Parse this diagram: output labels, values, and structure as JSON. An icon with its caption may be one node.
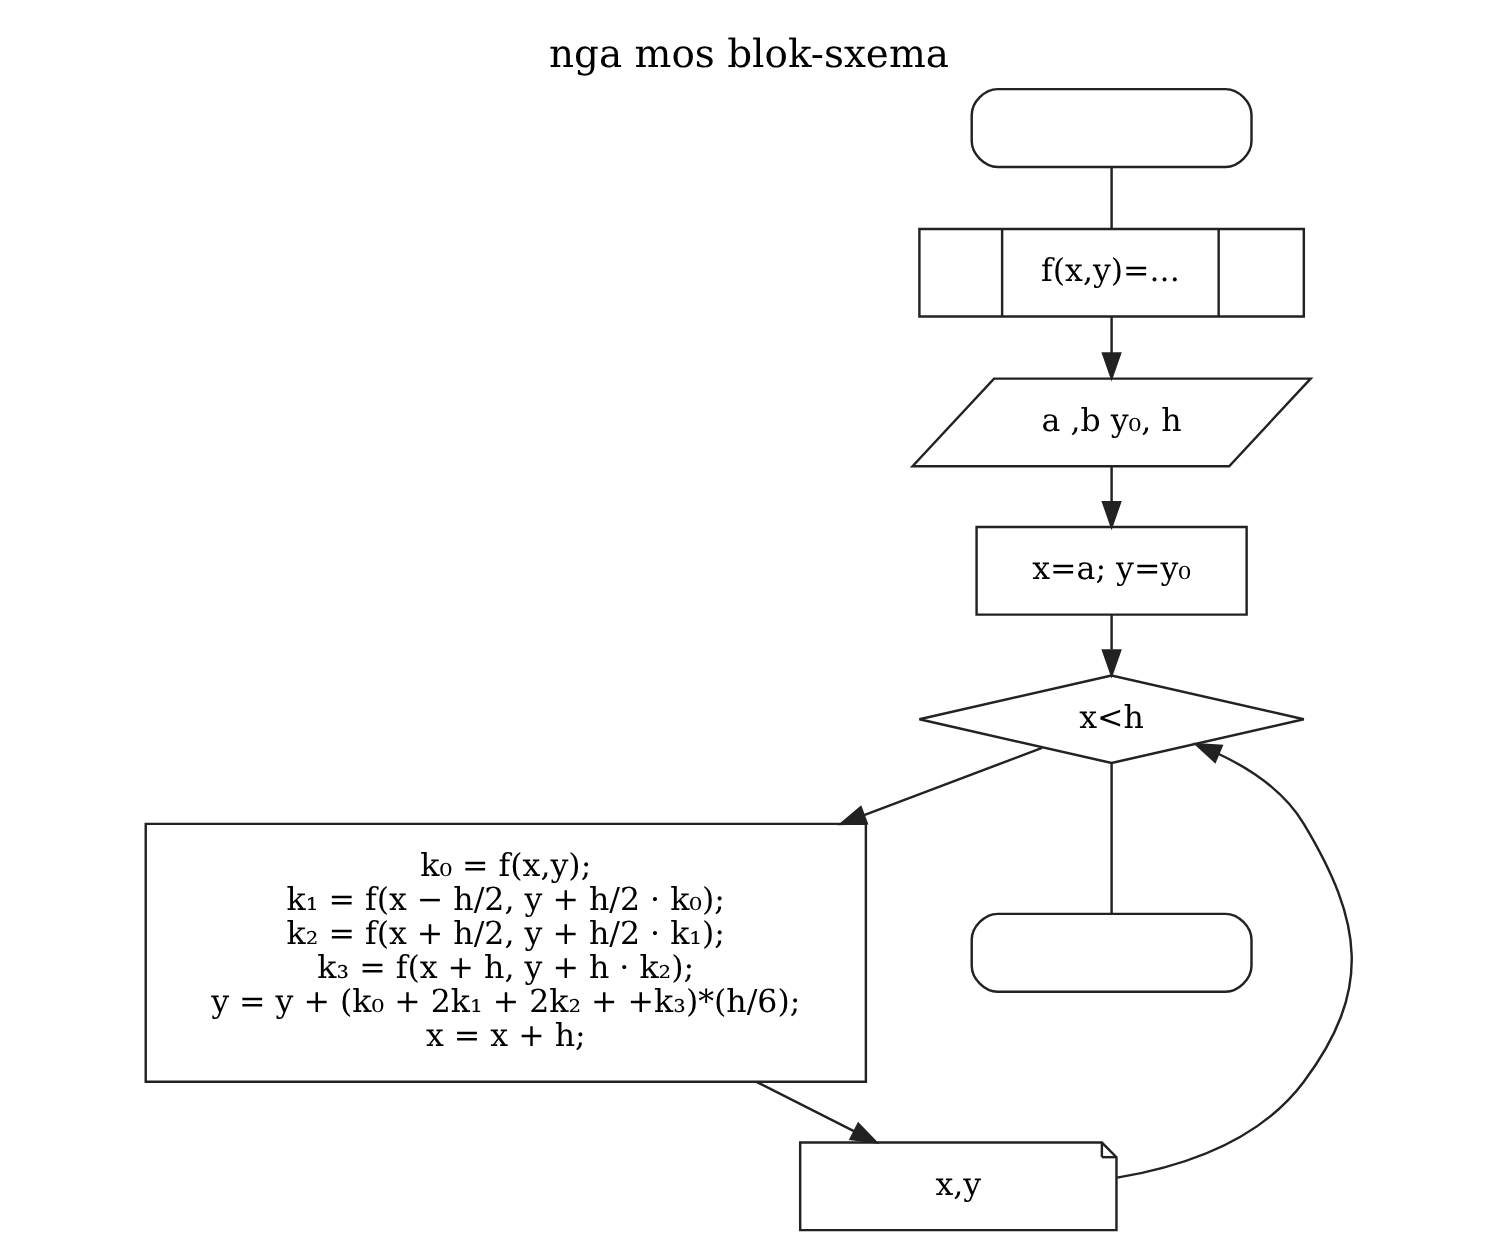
{
  "diagram": {
    "title": "nga mos blok-sxema",
    "nodes": [
      {
        "text": [],
        "shape": "oval"
      },
      {
        "text": [
          "f(x,y)=..."
        ]
      },
      {
        "text": [
          "a ,b y₀, h"
        ]
      },
      {
        "text": [
          "x=a; y=y₀"
        ]
      },
      {
        "text": [
          "x<h"
        ]
      },
      {
        "text": [
          "k₀ = f(x,y);",
          "k₁ = f(x − h/2, y + h/2 · k₀);",
          "k₂ = f(x + h/2, y + h/2 · k₁);",
          "k₃ = f(x + h, y + h · k₂);",
          "y = y + (k₀ + 2k₁ + 2k₂ + +k₃)*(h/6);",
          "x = x + h;"
        ]
      },
      {
        "text": [
          "x,y"
        ]
      },
      {
        "text": [],
        "shape": "oval"
      }
    ],
    "edges": [
      {
        "from": 0,
        "to": 1,
        "arrow": "none"
      },
      {
        "from": 1,
        "to": 2,
        "arrow": "to"
      },
      {
        "from": 2,
        "to": 3,
        "arrow": "to"
      },
      {
        "from": 3,
        "to": 4,
        "arrow": "to"
      },
      {
        "from": 4,
        "to": 5,
        "arrow": "to"
      },
      {
        "from": 4,
        "to": 7,
        "arrow": "none"
      },
      {
        "from": 5,
        "to": 6,
        "arrow": "to"
      },
      {
        "from": 6,
        "to": 4,
        "arrow": "to"
      }
    ]
  }
}
